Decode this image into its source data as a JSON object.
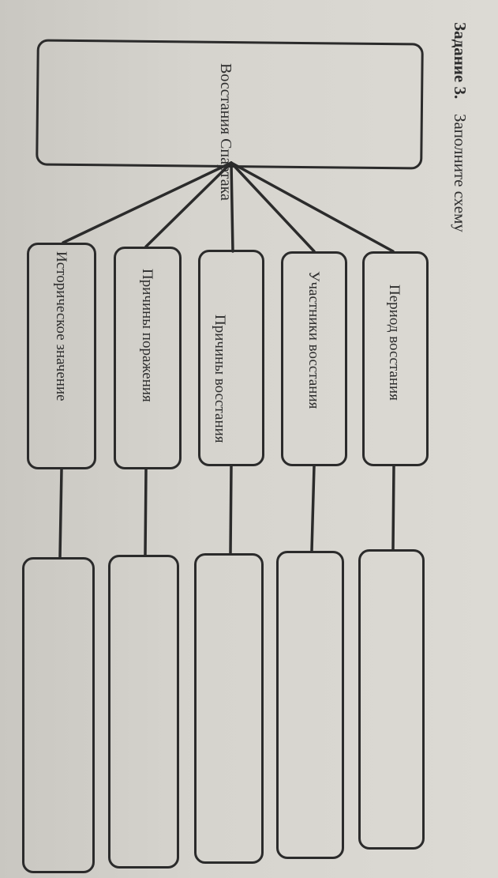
{
  "task": {
    "label": "Задание 3.",
    "instruction": "Заполните схему"
  },
  "diagram": {
    "root": {
      "line1": "Восстания",
      "line2": "Спартака"
    },
    "categories": [
      {
        "id": "period",
        "label": "Период восстания"
      },
      {
        "id": "participants",
        "label": "Участники восстания"
      },
      {
        "id": "causes",
        "line1": "Причины",
        "line2": "восстания"
      },
      {
        "id": "defeat",
        "label": "Причины поражения"
      },
      {
        "id": "significance",
        "label": "Историческое значение"
      }
    ],
    "answers": [
      {
        "id": "period",
        "value": ""
      },
      {
        "id": "participants",
        "value": ""
      },
      {
        "id": "causes",
        "value": ""
      },
      {
        "id": "defeat",
        "value": ""
      },
      {
        "id": "significance",
        "value": ""
      }
    ]
  }
}
